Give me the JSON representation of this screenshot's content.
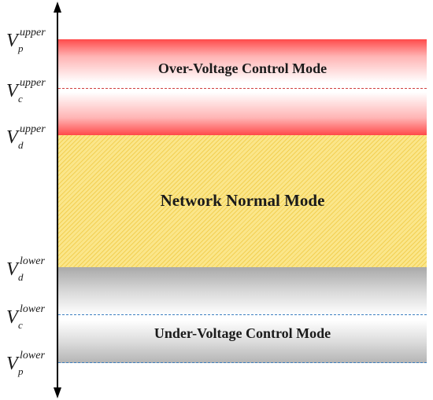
{
  "modes": {
    "over": "Over-Voltage Control Mode",
    "normal": "Network Normal Mode",
    "under": "Under-Voltage Control Mode"
  },
  "levels": [
    {
      "symbol": "V",
      "subscript": "p",
      "superscript": "upper"
    },
    {
      "symbol": "V",
      "subscript": "c",
      "superscript": "upper"
    },
    {
      "symbol": "V",
      "subscript": "d",
      "superscript": "upper"
    },
    {
      "symbol": "V",
      "subscript": "d",
      "superscript": "lower"
    },
    {
      "symbol": "V",
      "subscript": "c",
      "superscript": "lower"
    },
    {
      "symbol": "V",
      "subscript": "p",
      "superscript": "lower"
    }
  ],
  "colors": {
    "over_band": "#ff4a4a",
    "normal_band": "#fbe68a",
    "under_band": "#a9a9a9",
    "upper_dash": "#d04040",
    "lower_dash": "#3c7fc0"
  }
}
